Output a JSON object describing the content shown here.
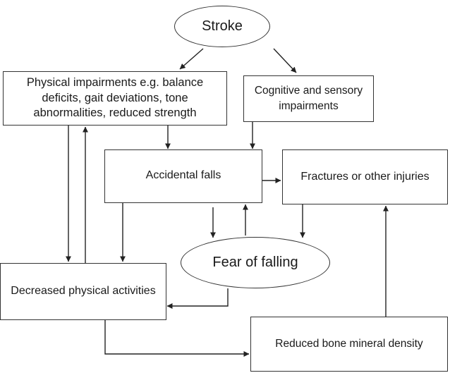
{
  "nodes": {
    "stroke": "Stroke",
    "physical": "Physical impairments e.g. balance deficits, gait deviations, tone abnormalities, reduced strength",
    "cognitive": "Cognitive and sensory impairments",
    "falls": "Accidental falls",
    "fractures": "Fractures or other injuries",
    "fear": "Fear of falling",
    "activity": "Decreased physical activities",
    "bone": "Reduced bone mineral density"
  },
  "colors": {
    "line": "#222222",
    "border": "#333333",
    "background": "#ffffff"
  }
}
